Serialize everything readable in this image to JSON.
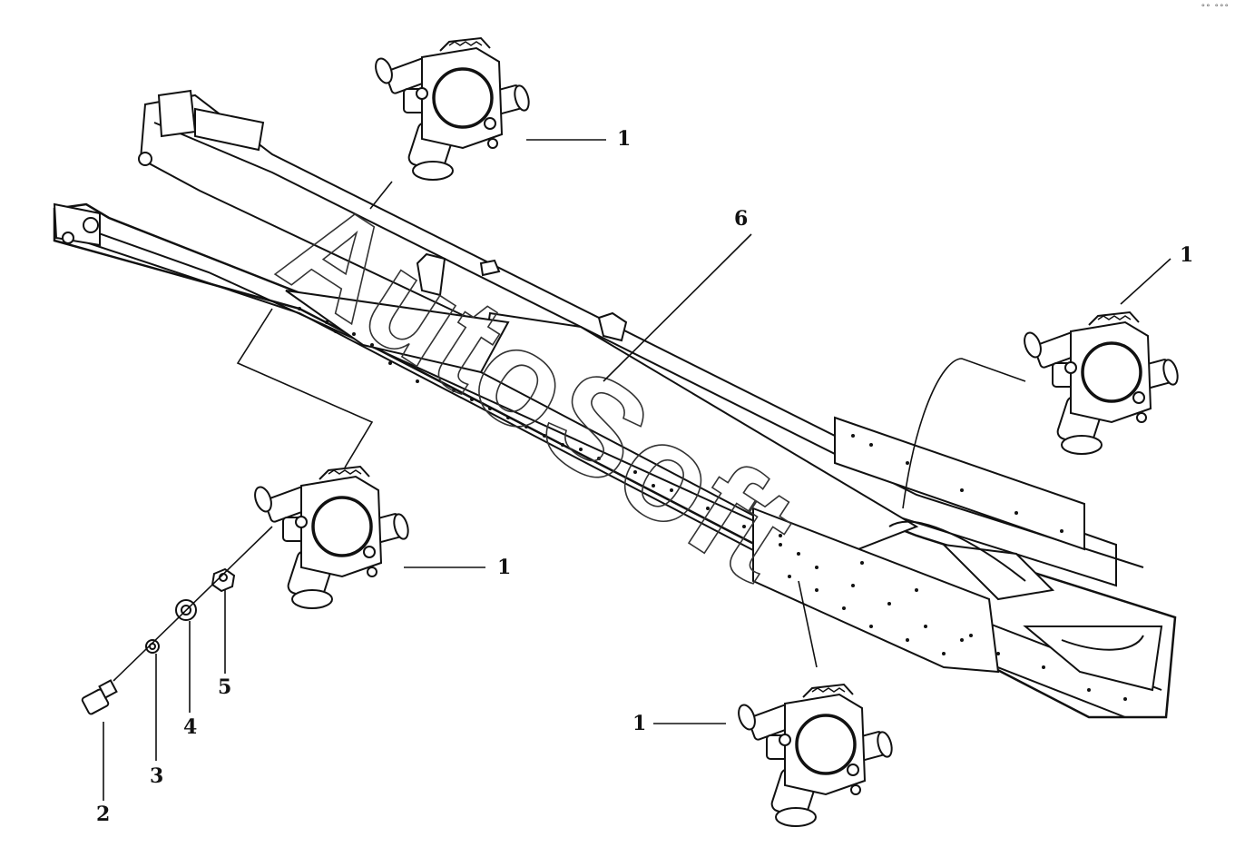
{
  "corner_glyph": "°° °°°",
  "watermark": "AutoSoft",
  "callouts": [
    {
      "id": "c1a",
      "text": "1"
    },
    {
      "id": "c1b",
      "text": "1"
    },
    {
      "id": "c1c",
      "text": "1"
    },
    {
      "id": "c1d",
      "text": "1"
    },
    {
      "id": "c6",
      "text": "6"
    },
    {
      "id": "c5",
      "text": "5"
    },
    {
      "id": "c4",
      "text": "4"
    },
    {
      "id": "c3",
      "text": "3"
    },
    {
      "id": "c2",
      "text": "2"
    }
  ],
  "colors": {
    "line": "#111111",
    "fill": "#ffffff",
    "watermark_stroke": "#333333"
  }
}
